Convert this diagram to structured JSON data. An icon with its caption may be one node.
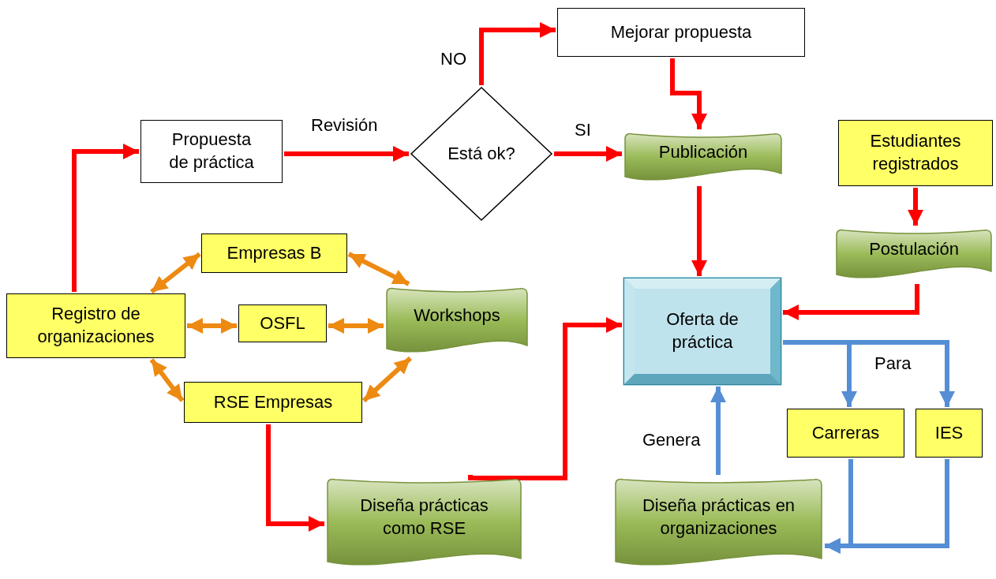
{
  "diagram": {
    "nodes": [
      {
        "text": [
          "Propuesta de práctica"
        ]
      },
      {
        "text": [
          "Está ok?"
        ]
      },
      {
        "text": [
          "Mejorar propuesta"
        ]
      },
      {
        "text": [
          "Publicación"
        ]
      },
      {
        "text": [
          "Estudiantes registrados"
        ]
      },
      {
        "text": [
          "Postulación"
        ]
      },
      {
        "text": [
          "Oferta de práctica"
        ]
      },
      {
        "text": [
          "Empresas B"
        ]
      },
      {
        "text": [
          "Registro de organizaciones"
        ]
      },
      {
        "text": [
          "OSFL"
        ]
      },
      {
        "text": [
          "Workshops"
        ]
      },
      {
        "text": [
          "RSE Empresas"
        ]
      },
      {
        "text": [
          "Carreras"
        ]
      },
      {
        "text": [
          "IES"
        ]
      },
      {
        "text": [
          "Diseña prácticas como RSE"
        ]
      },
      {
        "text": [
          "Diseña prácticas en organizaciones"
        ]
      }
    ],
    "edges": [
      {
        "from": 8,
        "to": 0,
        "arrow": "to"
      },
      {
        "from": 0,
        "to": 1,
        "arrow": "to",
        "label": "Revisión"
      },
      {
        "from": 1,
        "to": 2,
        "arrow": "to",
        "label": "NO"
      },
      {
        "from": 1,
        "to": 3,
        "arrow": "to",
        "label": "SI"
      },
      {
        "from": 2,
        "to": 3,
        "arrow": "to"
      },
      {
        "from": 3,
        "to": 6,
        "arrow": "to"
      },
      {
        "from": 4,
        "to": 5,
        "arrow": "to"
      },
      {
        "from": 5,
        "to": 6,
        "arrow": "to"
      },
      {
        "from": 8,
        "to": 7,
        "arrow": "both",
        "color": "#ed8a12"
      },
      {
        "from": 7,
        "to": 10,
        "arrow": "both",
        "color": "#ed8a12"
      },
      {
        "from": 8,
        "to": 9,
        "arrow": "both",
        "color": "#ed8a12"
      },
      {
        "from": 9,
        "to": 10,
        "arrow": "both",
        "color": "#ed8a12"
      },
      {
        "from": 8,
        "to": 11,
        "arrow": "both",
        "color": "#ed8a12"
      },
      {
        "from": 11,
        "to": 10,
        "arrow": "both",
        "color": "#ed8a12"
      },
      {
        "from": 11,
        "to": 14,
        "arrow": "to"
      },
      {
        "from": 14,
        "to": 6,
        "arrow": "to"
      },
      {
        "from": 6,
        "to": 12,
        "arrow": "to",
        "label": "Para",
        "color": "#558ed5"
      },
      {
        "from": 6,
        "to": 13,
        "arrow": "to",
        "color": "#558ed5"
      },
      {
        "from": 12,
        "to": 15,
        "arrow": "to",
        "color": "#558ed5"
      },
      {
        "from": 13,
        "to": 15,
        "arrow": "to",
        "color": "#558ed5"
      },
      {
        "from": 15,
        "to": 6,
        "arrow": "to",
        "label": "Genera",
        "color": "#558ed5"
      }
    ]
  }
}
